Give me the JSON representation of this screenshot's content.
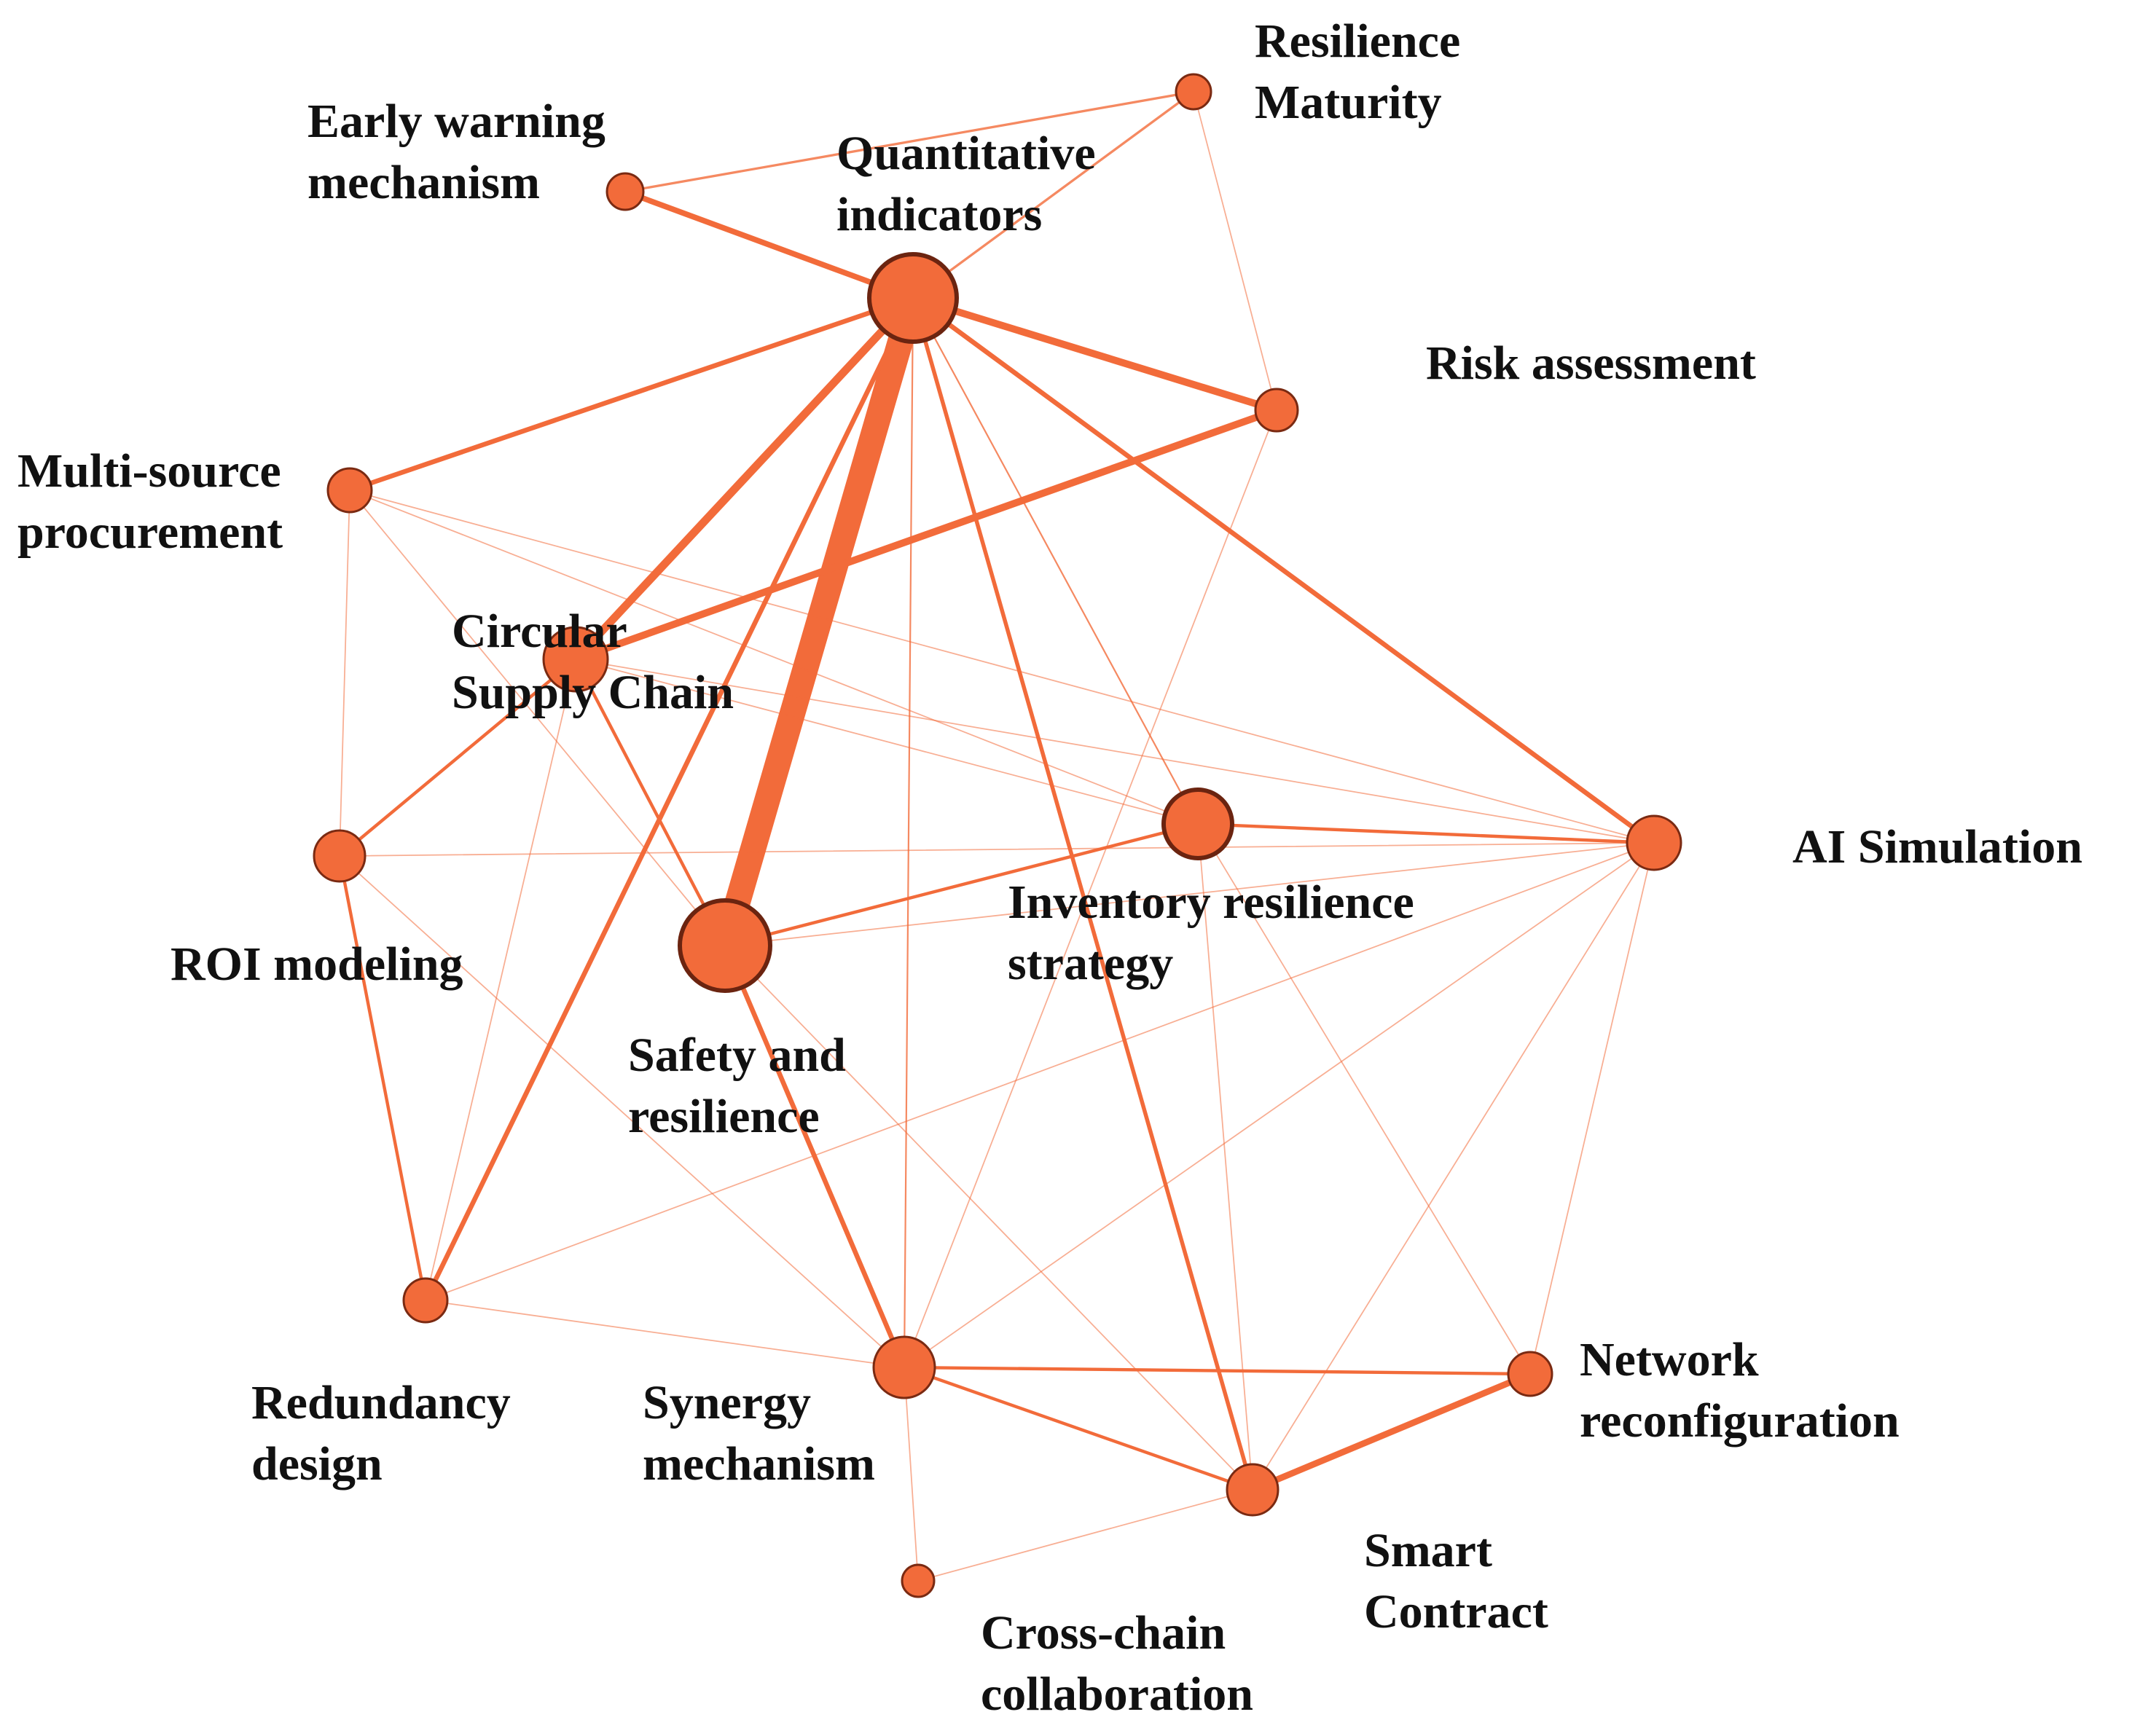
{
  "colors": {
    "edge": "#f26b3a",
    "node_fill": "#f26b3a",
    "node_stroke": "#7a2a12",
    "label": "#111111"
  },
  "nodes": [
    {
      "id": "quantitative",
      "label": [
        "Quantitative",
        "indicators"
      ]
    },
    {
      "id": "resilience_maturity",
      "label": [
        "Resilience",
        "Maturity"
      ]
    },
    {
      "id": "early_warning",
      "label": [
        "Early warning",
        "mechanism"
      ]
    },
    {
      "id": "risk",
      "label": [
        "Risk assessment"
      ]
    },
    {
      "id": "multi_source",
      "label": [
        "Multi-source",
        "procurement"
      ]
    },
    {
      "id": "circular",
      "label": [
        "Circular",
        "Supply Chain"
      ]
    },
    {
      "id": "inventory",
      "label": [
        "Inventory resilience",
        "strategy"
      ]
    },
    {
      "id": "ai",
      "label": [
        "AI Simulation"
      ]
    },
    {
      "id": "roi",
      "label": [
        "ROI modeling"
      ]
    },
    {
      "id": "safety",
      "label": [
        "Safety  and",
        "resilience"
      ]
    },
    {
      "id": "redundancy",
      "label": [
        "Redundancy",
        "design"
      ]
    },
    {
      "id": "synergy",
      "label": [
        "Synergy",
        "mechanism"
      ]
    },
    {
      "id": "network",
      "label": [
        "Network",
        "reconfiguration"
      ]
    },
    {
      "id": "smart",
      "label": [
        "Smart",
        "Contract"
      ]
    },
    {
      "id": "cross_chain",
      "label": [
        "Cross-chain",
        "collaboration"
      ]
    }
  ],
  "edges": [
    [
      "quantitative",
      "safety",
      16
    ],
    [
      "quantitative",
      "circular",
      5
    ],
    [
      "quantitative",
      "risk",
      4.5
    ],
    [
      "quantitative",
      "early_warning",
      3.5
    ],
    [
      "quantitative",
      "multi_source",
      3
    ],
    [
      "quantitative",
      "ai",
      3
    ],
    [
      "quantitative",
      "redundancy",
      3
    ],
    [
      "quantitative",
      "smart",
      2.5
    ],
    [
      "quantitative",
      "resilience_maturity",
      1.5
    ],
    [
      "quantitative",
      "inventory",
      1
    ],
    [
      "quantitative",
      "synergy",
      1
    ],
    [
      "risk",
      "circular",
      4.5
    ],
    [
      "early_warning",
      "resilience_maturity",
      1.5
    ],
    [
      "resilience_maturity",
      "risk",
      0.8
    ],
    [
      "safety",
      "synergy",
      3
    ],
    [
      "safety",
      "inventory",
      2
    ],
    [
      "inventory",
      "ai",
      2
    ],
    [
      "circular",
      "roi",
      2
    ],
    [
      "circular",
      "safety",
      2
    ],
    [
      "roi",
      "redundancy",
      2
    ],
    [
      "synergy",
      "smart",
      2
    ],
    [
      "synergy",
      "network",
      2
    ],
    [
      "smart",
      "network",
      4
    ],
    [
      "multi_source",
      "roi",
      0.8
    ],
    [
      "multi_source",
      "safety",
      0.8
    ],
    [
      "multi_source",
      "inventory",
      0.8
    ],
    [
      "multi_source",
      "ai",
      0.8
    ],
    [
      "circular",
      "ai",
      0.8
    ],
    [
      "circular",
      "inventory",
      0.8
    ],
    [
      "circular",
      "redundancy",
      0.8
    ],
    [
      "roi",
      "ai",
      0.8
    ],
    [
      "roi",
      "synergy",
      0.8
    ],
    [
      "redundancy",
      "synergy",
      0.8
    ],
    [
      "redundancy",
      "ai",
      0.8
    ],
    [
      "safety",
      "ai",
      0.8
    ],
    [
      "safety",
      "smart",
      0.8
    ],
    [
      "synergy",
      "cross_chain",
      0.8
    ],
    [
      "synergy",
      "risk",
      0.8
    ],
    [
      "synergy",
      "ai",
      0.8
    ],
    [
      "cross_chain",
      "smart",
      0.8
    ],
    [
      "inventory",
      "smart",
      0.8
    ],
    [
      "inventory",
      "network",
      0.8
    ],
    [
      "ai",
      "network",
      0.8
    ],
    [
      "ai",
      "smart",
      0.8
    ]
  ]
}
